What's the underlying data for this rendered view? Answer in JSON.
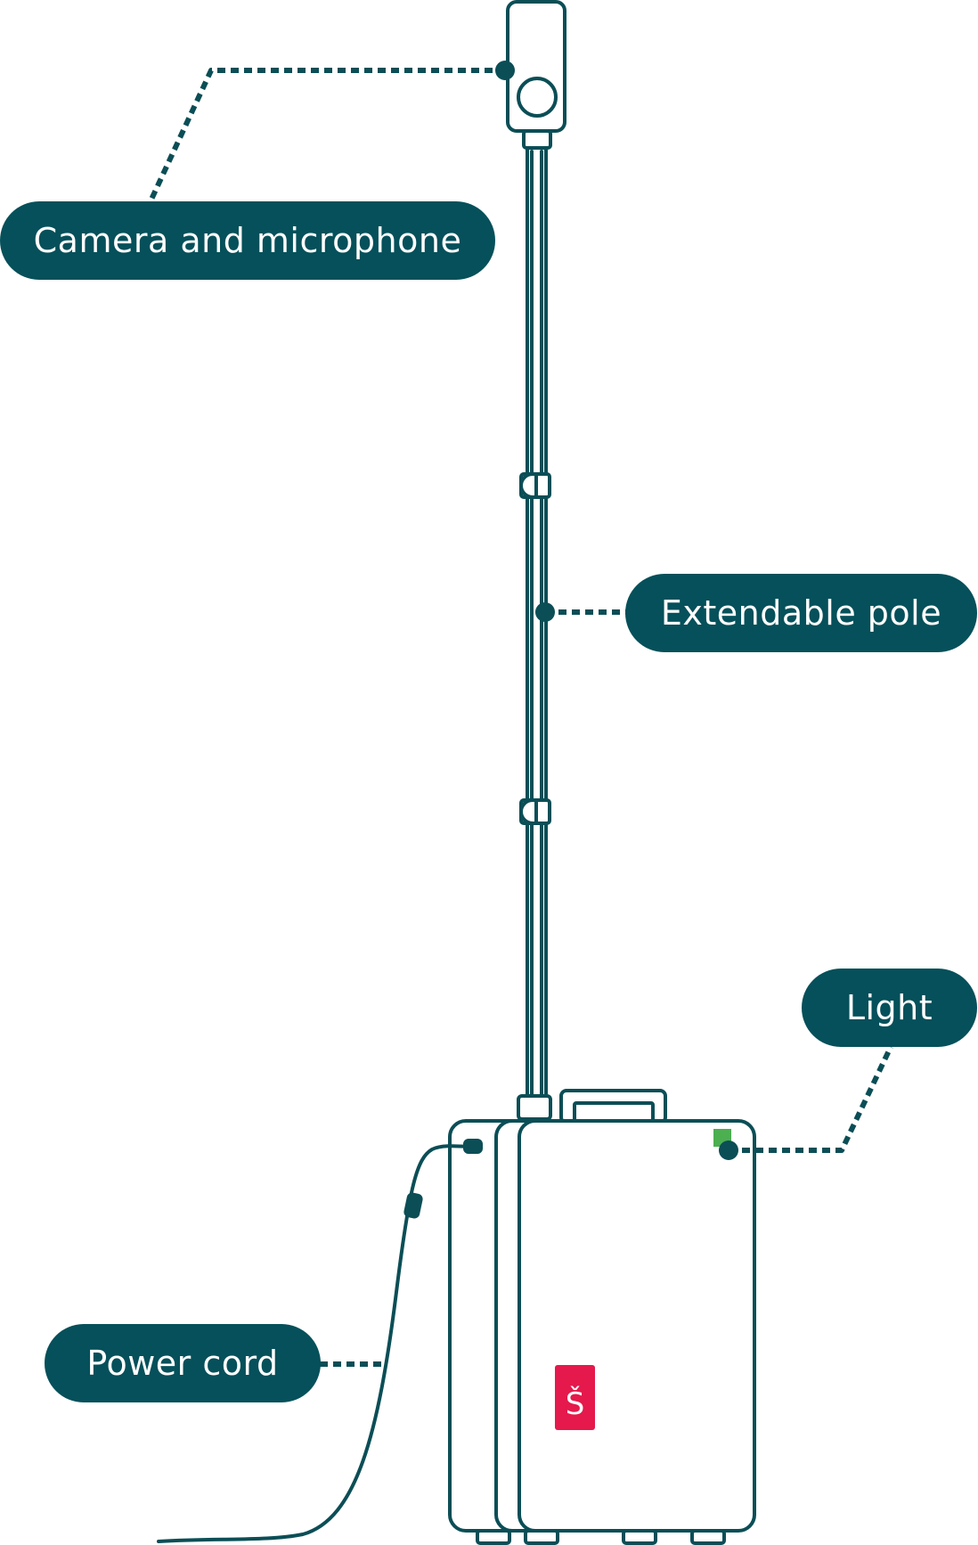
{
  "labels": {
    "camera": "Camera and microphone",
    "pole": "Extendable pole",
    "light": "Light",
    "power": "Power cord"
  },
  "brand": {
    "logo_letter": "Š"
  },
  "colors": {
    "line": "#0b4e56",
    "pill": "#05505a",
    "light_indicator": "#4caf50",
    "brand_red": "#e5194b"
  }
}
